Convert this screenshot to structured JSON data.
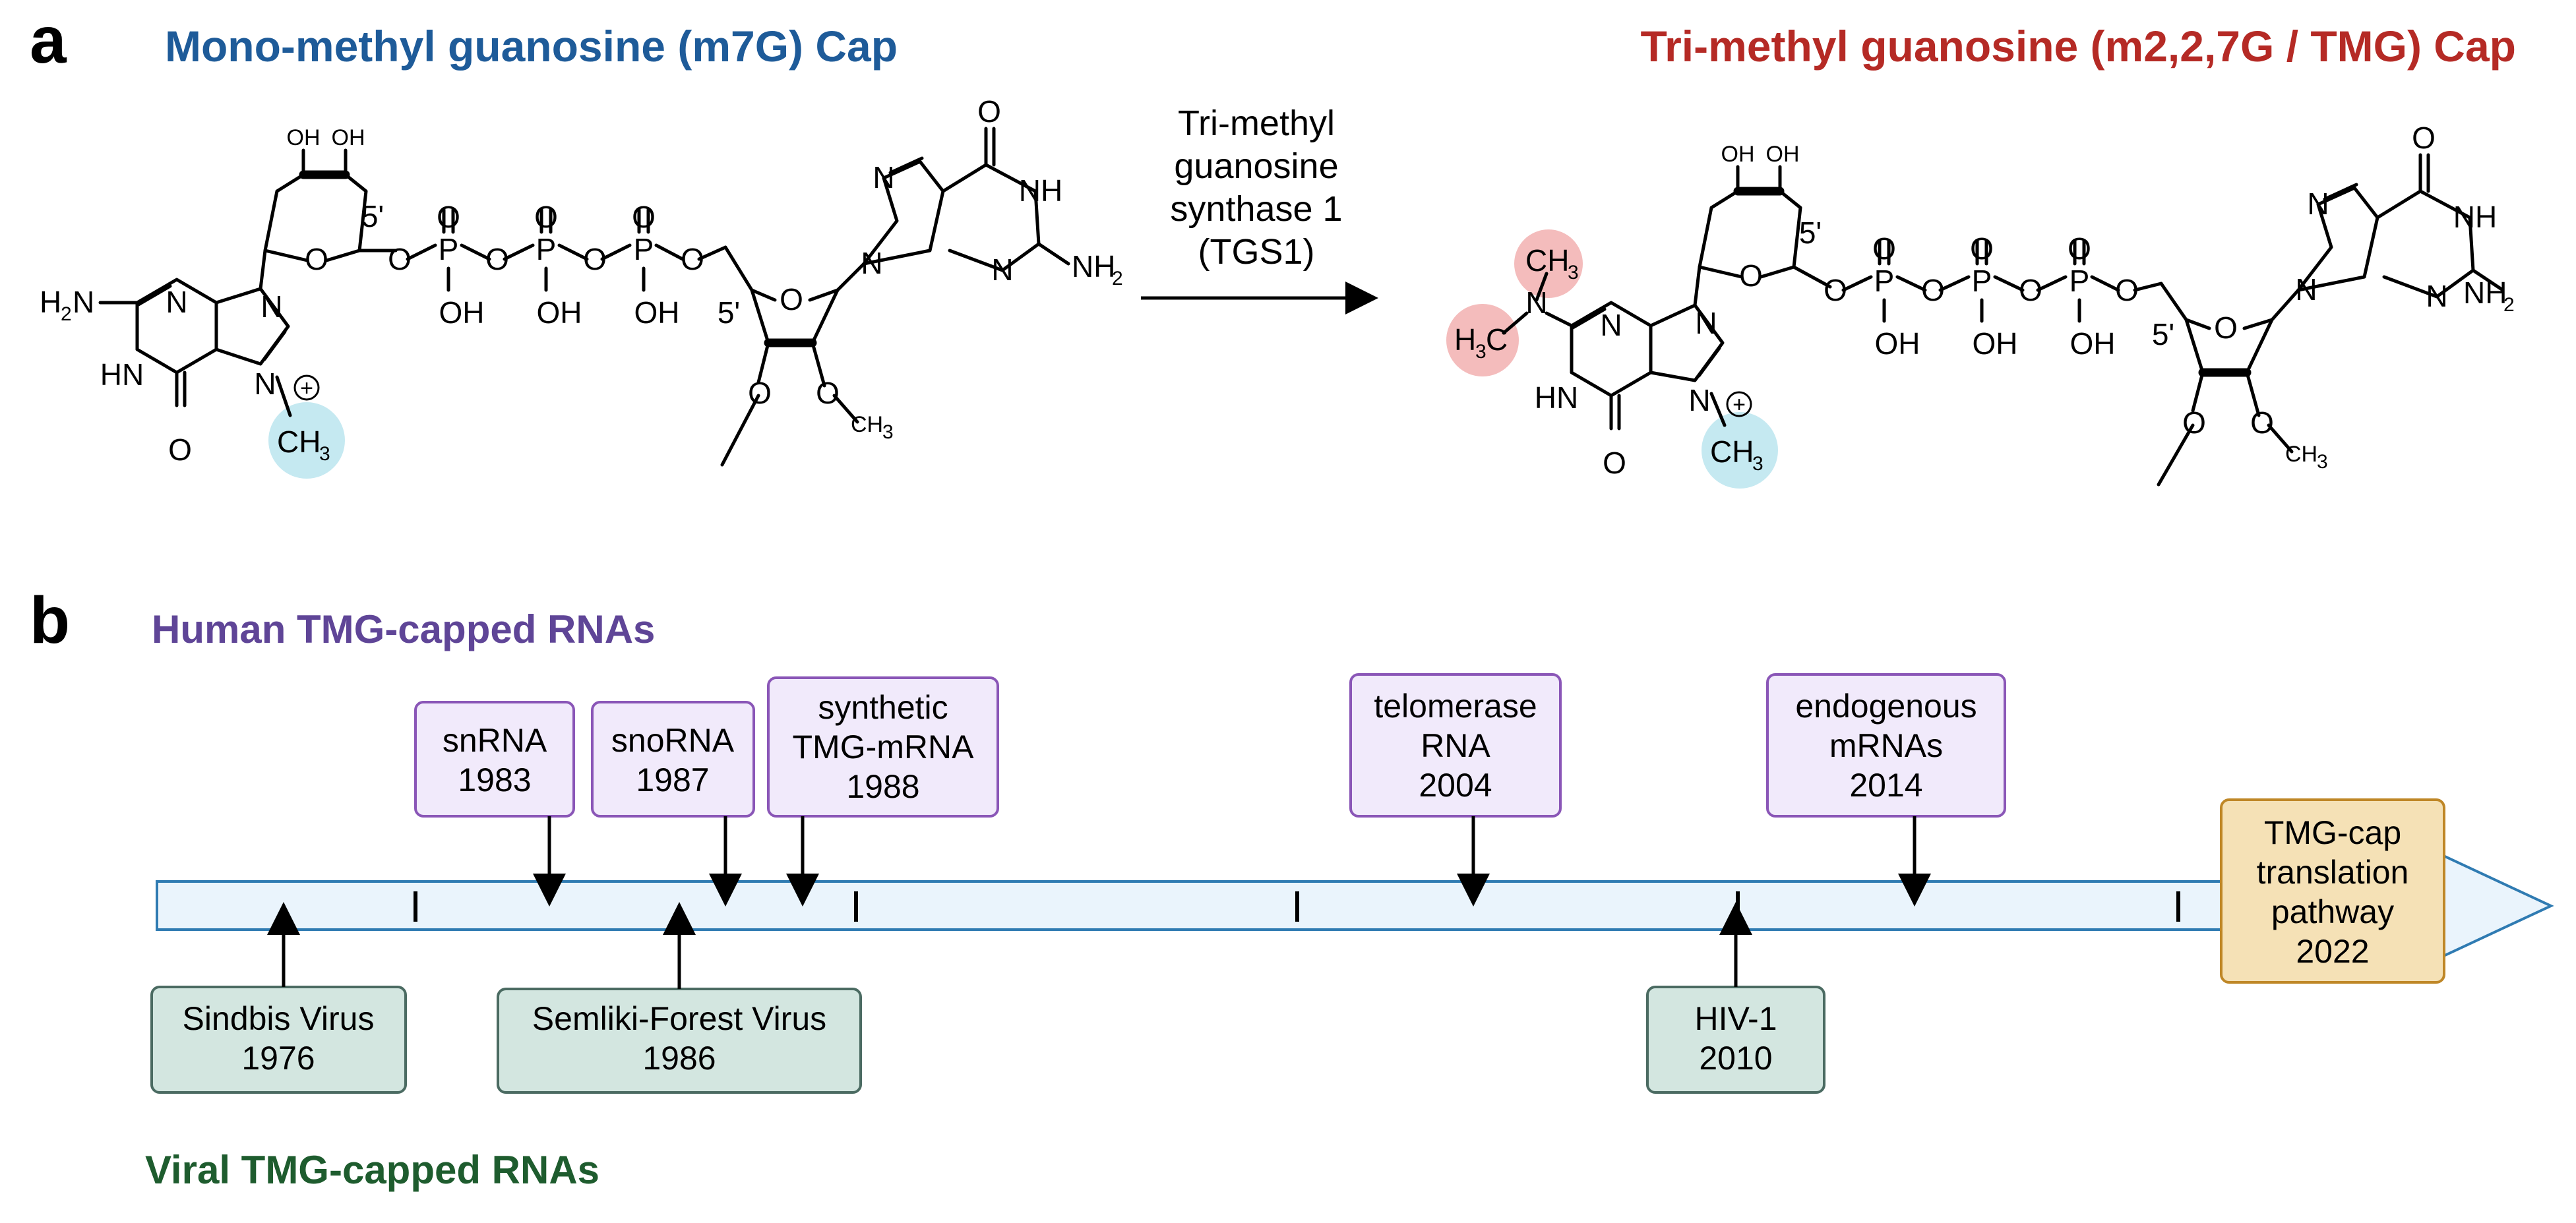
{
  "colors": {
    "blue_title": "#1e5b99",
    "red_title": "#b52a25",
    "purple_title": "#5f4597",
    "green_title": "#1e5c2e",
    "highlight_red": "#f4bcbc",
    "highlight_blue": "#c5e9f1",
    "human_box_fill": "#f1eafb",
    "human_box_stroke": "#8a56b7",
    "viral_box_fill": "#d3e6e0",
    "viral_box_stroke": "#4b6b62",
    "pathway_box_fill": "#f5e1b6",
    "pathway_box_stroke": "#bf8727",
    "timeline_fill": "#eaf4fc",
    "timeline_stroke": "#2f7bb2"
  },
  "panel_a": {
    "letter": "a",
    "left_title": "Mono-methyl guanosine (m7G) Cap",
    "right_title": "Tri-methyl guanosine (m2,2,7G / TMG) Cap",
    "enzyme_lines": [
      "Tri-methyl",
      "guanosine",
      "synthase 1",
      "(TGS1)"
    ],
    "atoms": {
      "O": "O",
      "OH": "OH",
      "N": "N",
      "NH": "NH",
      "HN": "HN",
      "H": "H",
      "P": "P",
      "CH": "CH",
      "C": "C",
      "NH2_base": "NH",
      "sub2": "2",
      "sub3": "3",
      "prime5": "5'",
      "plus": "+"
    }
  },
  "panel_b": {
    "letter": "b",
    "human_title": "Human TMG-capped RNAs",
    "viral_title": "Viral TMG-capped RNAs",
    "human_events": [
      {
        "lines": [
          "snRNA",
          "1983"
        ]
      },
      {
        "lines": [
          "snoRNA",
          "1987"
        ]
      },
      {
        "lines": [
          "synthetic",
          "TMG-mRNA",
          "1988"
        ]
      },
      {
        "lines": [
          "telomerase",
          "RNA",
          "2004"
        ]
      },
      {
        "lines": [
          "endogenous",
          "mRNAs",
          "2014"
        ]
      }
    ],
    "viral_events": [
      {
        "lines": [
          "Sindbis Virus",
          "1976"
        ]
      },
      {
        "lines": [
          "Semliki-Forest Virus",
          "1986"
        ]
      },
      {
        "lines": [
          "HIV-1",
          "2010"
        ]
      }
    ],
    "pathway_event": {
      "lines": [
        "TMG-cap",
        "translation",
        "pathway",
        "2022"
      ]
    }
  }
}
